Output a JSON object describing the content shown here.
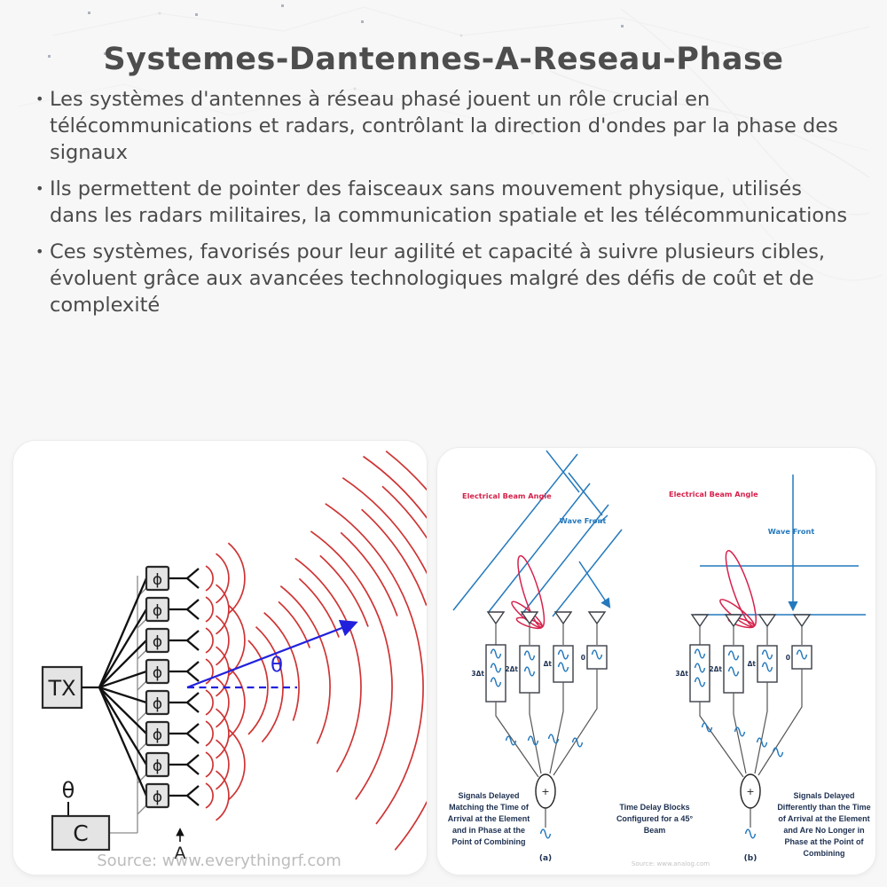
{
  "page": {
    "title": "Systemes-Dantennes-A-Reseau-Phase",
    "bullet_marker": "•",
    "bullets": [
      "Les systèmes d'antennes à réseau phasé jouent un rôle crucial en télécommunications et radars, contrôlant la direction d'ondes par la phase des signaux",
      "Ils permettent de pointer des faisceaux sans mouvement physique, utilisés dans les radars militaires, la communication spatiale et les télécommunications",
      "Ces systèmes, favorisés pour leur agilité et capacité à suivre plusieurs cibles, évoluent grâce aux avancées technologiques malgré des défis de coût et de complexité"
    ]
  },
  "left_diagram": {
    "tx_label": "TX",
    "phase_symbol": "ϕ",
    "beam_angle_symbol": "θ",
    "control_angle_symbol": "θ",
    "controller_label": "C",
    "array_axis_label": "A",
    "source": "Source: www.everythingrf.com",
    "colors": {
      "wave_red": "#cf3434",
      "beam_blue": "#2121dd",
      "box_fill": "#e4e4e4"
    }
  },
  "right_diagram": {
    "panel_a": {
      "beam_angle_label": "Electrical Beam Angle",
      "wave_front_label": "Wave Front",
      "delay_labels": [
        "3Δt",
        "2Δt",
        "Δt",
        "0"
      ],
      "sum_symbol": "+",
      "caption": "Signals Delayed Matching the Time of Arrival at the Element and in Phase at the Point of Combining",
      "tag": "(a)"
    },
    "panel_b": {
      "beam_angle_label": "Electrical Beam Angle",
      "wave_front_label": "Wave Front",
      "delay_labels": [
        "3Δt",
        "2Δt",
        "Δt",
        "0"
      ],
      "sum_symbol": "+",
      "caption": "Signals Delayed Differently than the Time of Arrival at the Element and Are No Longer in Phase at the Point of Combining",
      "tag": "(b)"
    },
    "center_caption": "Time Delay Blocks Configured for a 45° Beam",
    "source": "Source: www.analog.com",
    "colors": {
      "beam_red": "#d6224c",
      "wave_blue": "#2479bd",
      "text_navy": "#1d3050"
    }
  }
}
